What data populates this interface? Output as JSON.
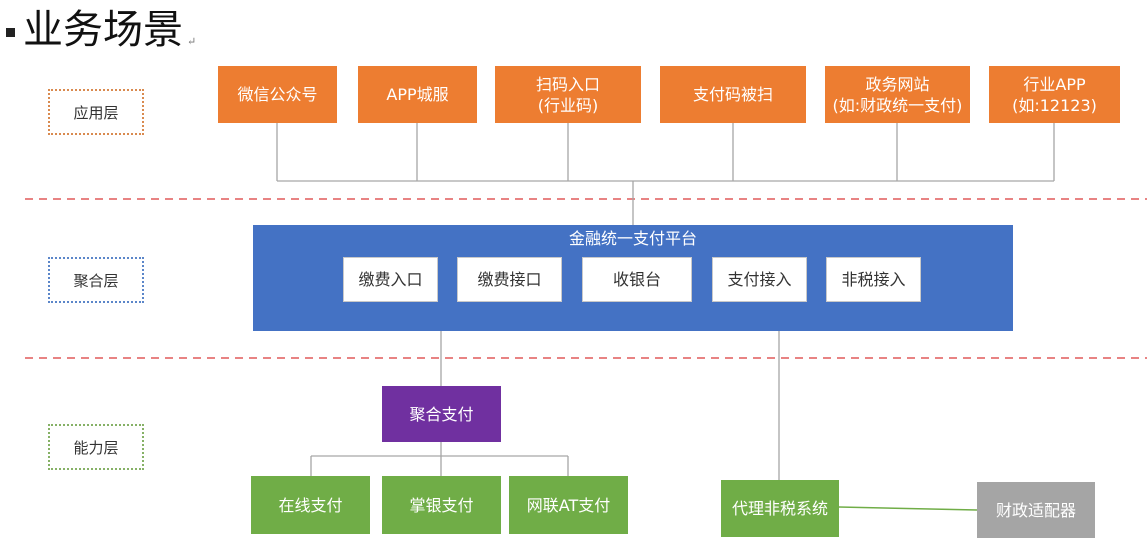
{
  "title": "业务场景",
  "layers": {
    "application": "应用层",
    "aggregation": "聚合层",
    "capability": "能力层"
  },
  "apps": [
    "微信公众号",
    "APP城服",
    "扫码入口\n(行业码)",
    "支付码被扫",
    "政务网站\n(如:财政统一支付)",
    "行业APP\n(如:12123)"
  ],
  "platform": {
    "title": "金融统一支付平台",
    "modules": [
      "缴费入口",
      "缴费接口",
      "收银台",
      "支付接入",
      "非税接入"
    ]
  },
  "aggregate_pay": "聚合支付",
  "payment_channels": [
    "在线支付",
    "掌银支付",
    "网联AT支付"
  ],
  "agent_system": "代理非税系统",
  "finance_adapter": "财政适配器",
  "colors": {
    "orange": "#ed7d31",
    "blue": "#4472c4",
    "purple": "#7030a0",
    "green": "#70ad47",
    "gray": "#a5a5a5",
    "divider": "#e05a5a"
  }
}
